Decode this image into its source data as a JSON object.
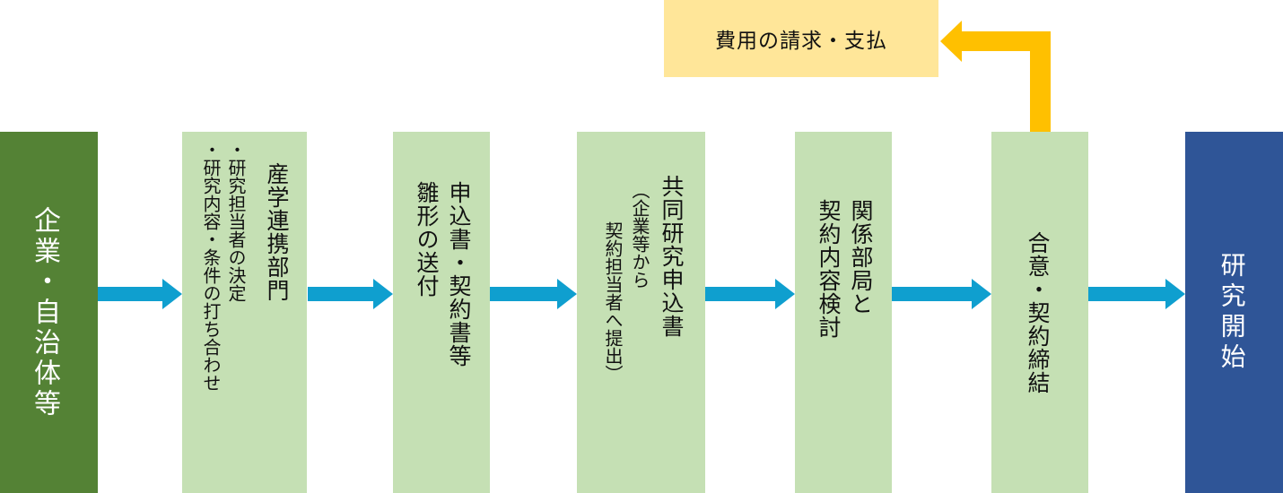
{
  "colors": {
    "start_box": "#548235",
    "step_box": "#c5e0b4",
    "end_box": "#2f5597",
    "cost_box": "#ffe699",
    "flow_arrow": "#0f9fcf",
    "feedback_arrow": "#ffc000"
  },
  "boxes": {
    "start": "企業・自治体等",
    "step1_title": "産学連携部門",
    "step1_items": [
      "・研究担当者の決定",
      "・研究内容・条件の打ち合わせ"
    ],
    "step2_lines": [
      "申込書・契約書等",
      "雛形の送付"
    ],
    "step3_title": "共同研究申込書",
    "step3_note": [
      "（企業等から",
      "契約担当者へ提出）"
    ],
    "step4_lines": [
      "関係部局と",
      "契約内容検討"
    ],
    "step5_lines": [
      "合意・契約締結"
    ],
    "end": "研究開始"
  },
  "cost_box": "費用の請求・支払"
}
